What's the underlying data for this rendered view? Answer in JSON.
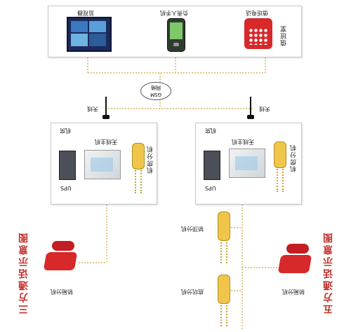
{
  "top": {
    "monitor_label": "监视器",
    "mobile_label": "负责人手机",
    "phone_label": "值班电话",
    "duty_room_label": "值班室"
  },
  "network": {
    "gsm_line1": "GSM",
    "gsm_line2": "网络"
  },
  "antenna_left_label": "天线",
  "antenna_right_label": "天线",
  "left_station": {
    "room_label": "机房",
    "host_label": "无线主机",
    "ups_label": "UPS",
    "ext_label": "机房分机"
  },
  "right_station": {
    "room_label": "机房",
    "host_label": "无线主机",
    "ups_label": "UPS",
    "ext_label": "机房分机"
  },
  "right_branch": {
    "top_phone_label": "轿顶分机",
    "pit_phone_label": "底坑分机",
    "car_phone_label": "轿厢分机"
  },
  "left_branch": {
    "car_phone_label": "轿厢分机"
  },
  "titles": {
    "left": "三方通话示意图",
    "right": "五方通话示意图"
  },
  "colors": {
    "dotted_line": "#d8b25a",
    "title_red": "#c0302a",
    "handset_yellow": "#f0c64a",
    "phone_red": "#d7282a"
  }
}
